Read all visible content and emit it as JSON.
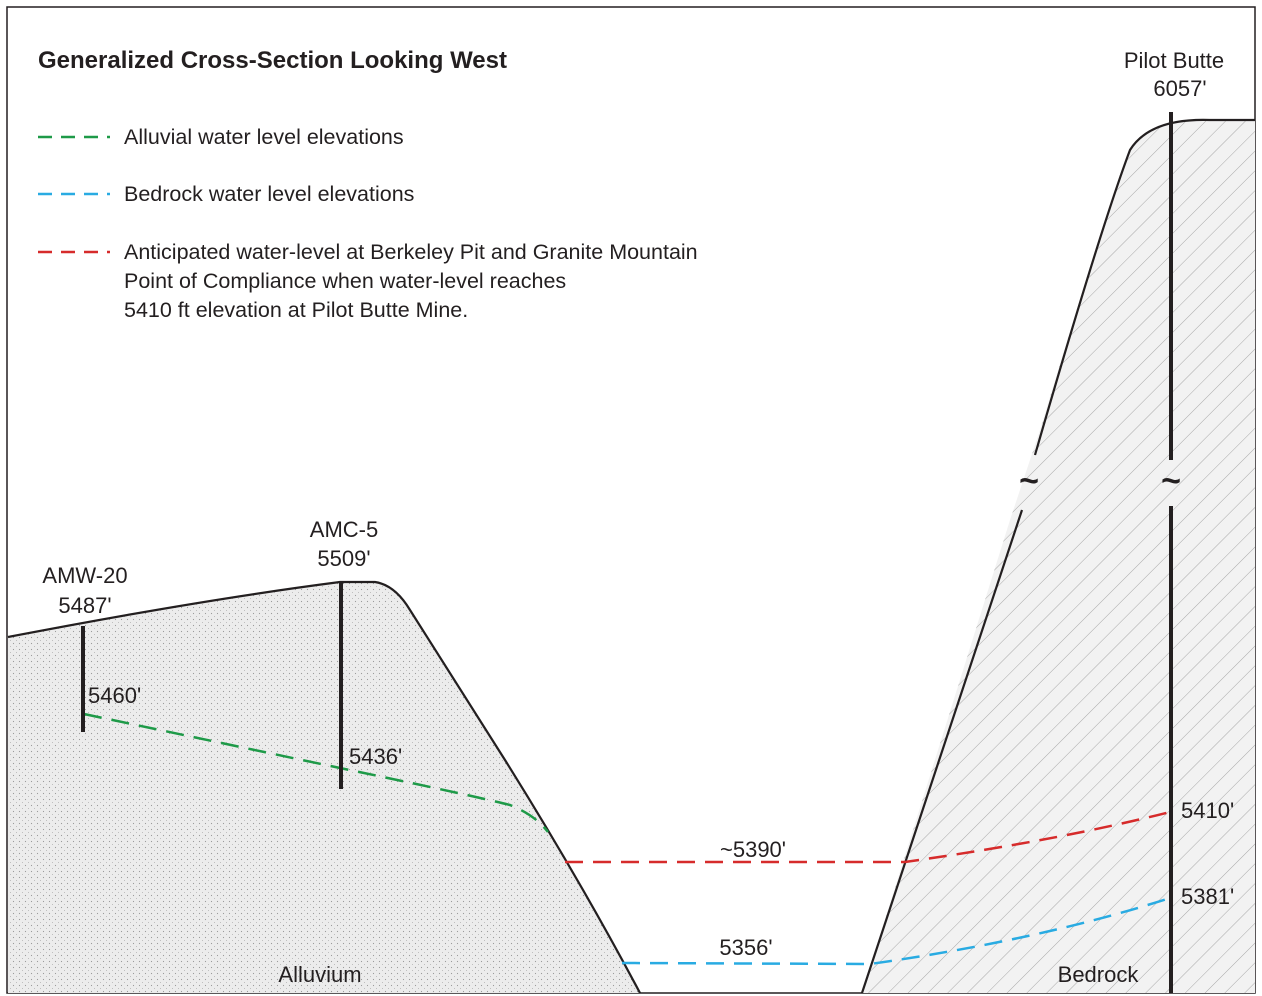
{
  "title": "Generalized Cross-Section Looking West",
  "colors": {
    "alluvial": "#1e9a48",
    "bedrock": "#29abe2",
    "anticipated": "#d62b2b",
    "alluvium_fill": "#e9e9e9",
    "bedrock_fill": "#f0f0f0",
    "outline": "#231f20"
  },
  "legend": [
    {
      "label": "Alluvial water level elevations",
      "color": "#1e9a48"
    },
    {
      "label": "Bedrock water level elevations",
      "color": "#29abe2"
    },
    {
      "label_lines": [
        "Anticipated water-level at Berkeley Pit and Granite Mountain",
        "Point of Compliance when water-level reaches",
        "5410 ft elevation at Pilot Butte Mine."
      ],
      "color": "#d62b2b"
    }
  ],
  "wells": {
    "amw20": {
      "name": "AMW-20",
      "elevation": "5487'",
      "water_level": "5460'"
    },
    "amc5": {
      "name": "AMC-5",
      "elevation": "5509'",
      "water_level": "5436'"
    },
    "pilot_butte": {
      "name": "Pilot Butte",
      "elevation": "6057'",
      "water_level_anticipated": "5410'",
      "water_level_bedrock": "5381'"
    }
  },
  "pit_levels": {
    "anticipated": "~5390'",
    "bedrock": "5356'"
  },
  "break_symbol": "~",
  "units": {
    "alluvium": "Alluvium",
    "bedrock": "Bedrock"
  }
}
